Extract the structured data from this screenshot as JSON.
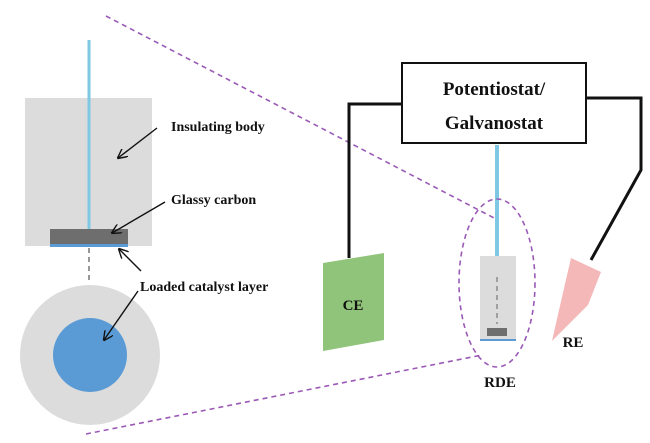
{
  "labels": {
    "insulating_body": "Insulating body",
    "glassy_carbon": "Glassy carbon",
    "loaded_catalyst_layer": "Loaded catalyst layer",
    "potentiostat_line1": "Potentiostat/",
    "potentiostat_line2": "Galvanostat",
    "ce": "CE",
    "re": "RE",
    "rde": "RDE"
  },
  "colors": {
    "insulator": "#dcdcdc",
    "glassy_carbon": "#6e6e6e",
    "catalyst": "#5b9bd5",
    "shaft": "#7ec8e3",
    "ce_electrode": "#90c47a",
    "re_electrode": "#f4b8b8",
    "zoom_guide": "#9b59b6",
    "wire": "#111111"
  }
}
